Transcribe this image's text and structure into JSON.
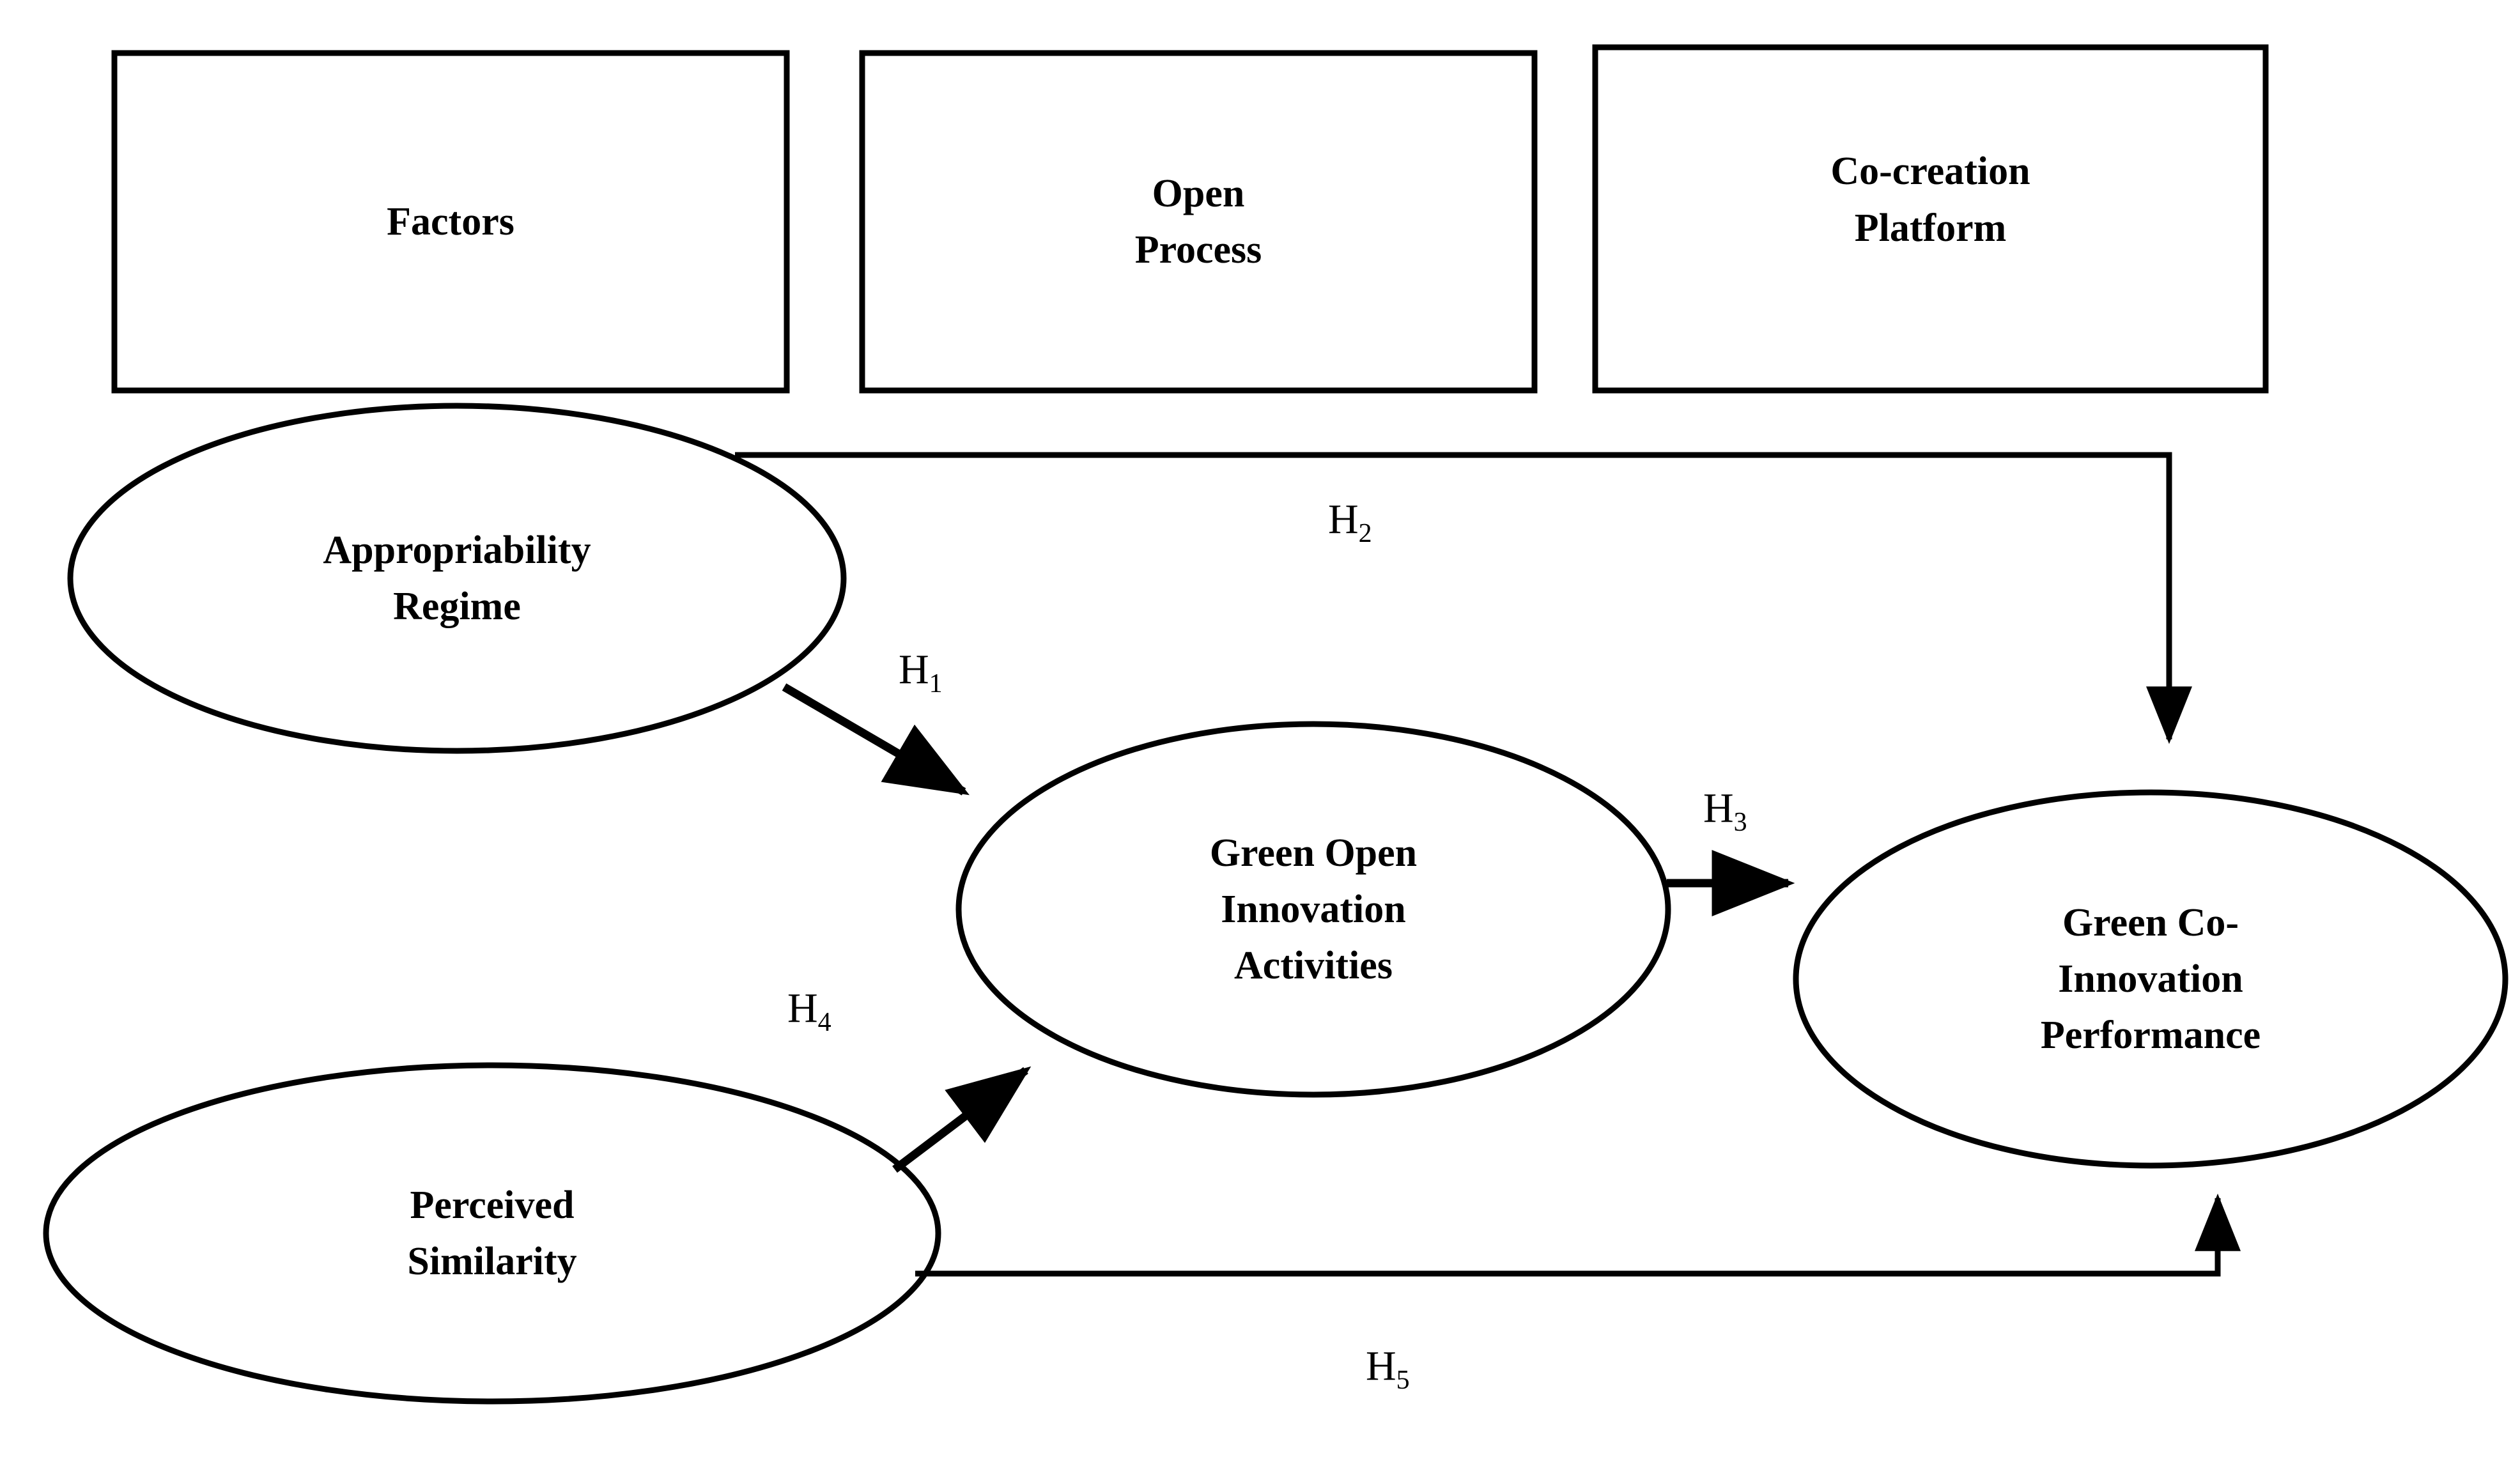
{
  "diagram": {
    "type": "conceptual-research-model",
    "background_color": "#ffffff",
    "stroke_color": "#000000",
    "header_boxes": [
      {
        "id": "factors",
        "label": "Factors",
        "lines": [
          "Factors"
        ]
      },
      {
        "id": "open-process",
        "label": "Open Process",
        "lines": [
          "Open",
          "Process"
        ]
      },
      {
        "id": "co-creation-platform",
        "label": "Co-creation Platform",
        "lines": [
          "Co-creation",
          "Platform"
        ]
      }
    ],
    "nodes": [
      {
        "id": "appropriability-regime",
        "shape": "ellipse",
        "label": "Appropriability Regime",
        "lines": [
          "Appropriability",
          "Regime"
        ]
      },
      {
        "id": "green-open-innovation-activities",
        "shape": "ellipse",
        "label": "Green Open Innovation Activities",
        "lines": [
          "Green Open",
          "Innovation",
          "Activities"
        ]
      },
      {
        "id": "green-co-innovation-performance",
        "shape": "ellipse",
        "label": "Green Co-Innovation Performance",
        "lines": [
          "Green Co-",
          "Innovation",
          "Performance"
        ]
      },
      {
        "id": "perceived-similarity",
        "shape": "ellipse",
        "label": "Perceived Similarity",
        "lines": [
          "Perceived",
          "Similarity"
        ]
      }
    ],
    "hypotheses": [
      {
        "id": "h1",
        "prefix": "H",
        "subscript": "1",
        "from": "appropriability-regime",
        "to": "green-open-innovation-activities"
      },
      {
        "id": "h2",
        "prefix": "H",
        "subscript": "2",
        "from": "appropriability-regime",
        "to": "green-co-innovation-performance"
      },
      {
        "id": "h3",
        "prefix": "H",
        "subscript": "3",
        "from": "green-open-innovation-activities",
        "to": "green-co-innovation-performance"
      },
      {
        "id": "h4",
        "prefix": "H",
        "subscript": "4",
        "from": "perceived-similarity",
        "to": "green-open-innovation-activities"
      },
      {
        "id": "h5",
        "prefix": "H",
        "subscript": "5",
        "from": "perceived-similarity",
        "to": "green-co-innovation-performance"
      }
    ]
  }
}
